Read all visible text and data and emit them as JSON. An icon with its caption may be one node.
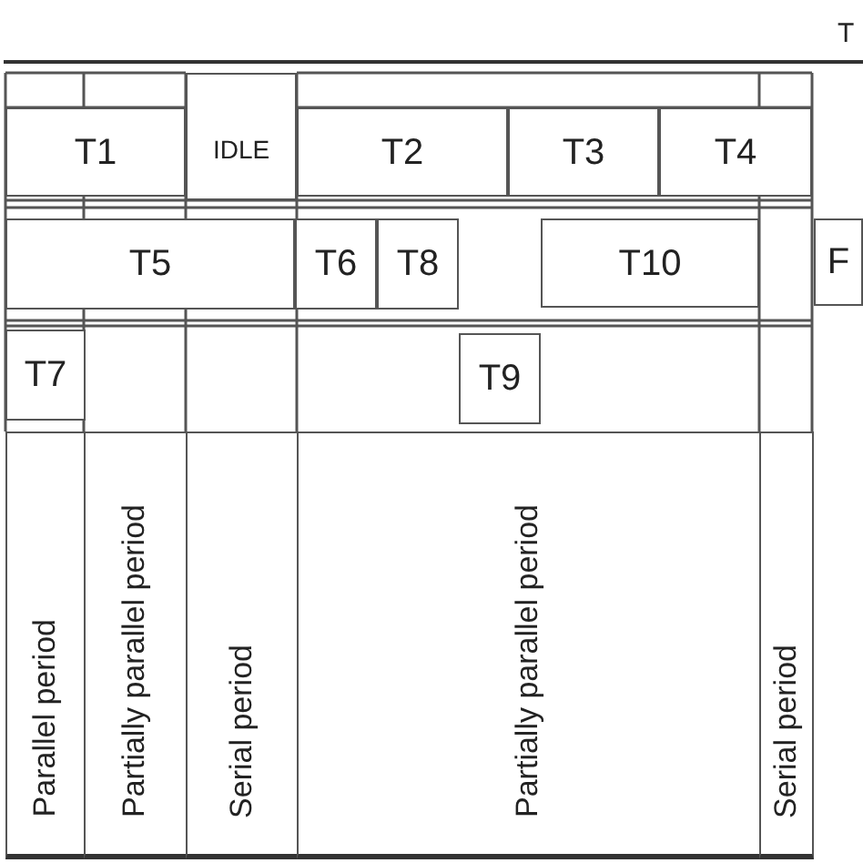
{
  "diagram": {
    "nodes": [
      {
        "text": [
          "T1"
        ]
      },
      {
        "text": [
          "IDLE"
        ]
      },
      {
        "text": [
          "T2"
        ]
      },
      {
        "text": [
          "T3"
        ]
      },
      {
        "text": [
          "T4"
        ]
      },
      {
        "text": [
          "T5"
        ]
      },
      {
        "text": [
          "T6"
        ]
      },
      {
        "text": [
          "T8"
        ]
      },
      {
        "text": [
          "T10"
        ]
      },
      {
        "text": [
          "F"
        ]
      },
      {
        "text": [
          "T7"
        ]
      },
      {
        "text": [
          "T9"
        ]
      },
      {
        "text": [
          "Parallel period"
        ]
      },
      {
        "text": [
          "Partially parallel period"
        ]
      },
      {
        "text": [
          "Serial period"
        ]
      },
      {
        "text": [
          "Partially parallel period"
        ]
      },
      {
        "text": [
          "Serial period"
        ]
      }
    ],
    "labels": [
      "T"
    ]
  }
}
